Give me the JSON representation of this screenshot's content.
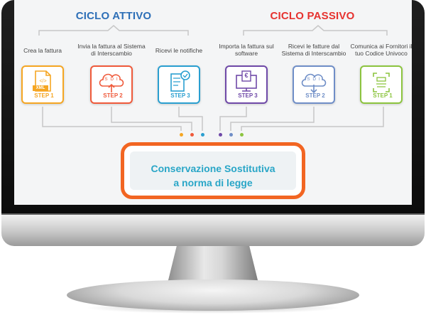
{
  "ciclo_attivo": {
    "title": "CICLO ATTIVO",
    "color": "#2d6fb7",
    "steps": [
      {
        "caption": "Crea la fattura",
        "step": "STEP 1",
        "color": "#f5a623",
        "icon": "xml-document-icon",
        "icon_text": "XML"
      },
      {
        "caption": "Invia la fattura al Sistema di Interscambio",
        "step": "STEP 2",
        "color": "#ef5a3b",
        "icon": "cloud-upload-sdi-icon",
        "icon_text": "S D I"
      },
      {
        "caption": "Ricevi le notifiche",
        "step": "STEP 3",
        "color": "#2a9fd0",
        "icon": "document-check-icon"
      }
    ]
  },
  "ciclo_passivo": {
    "title": "CICLO PASSIVO",
    "color": "#e6322f",
    "steps": [
      {
        "caption": "Importa la fattura sul software",
        "step": "STEP 3",
        "color": "#6f49a8",
        "icon": "monitor-euro-icon",
        "icon_text": "€"
      },
      {
        "caption": "Ricevi le fatture dal Sistema di Interscambio",
        "step": "STEP 2",
        "color": "#6f8ec7",
        "icon": "cloud-download-sdi-icon",
        "icon_text": "S D I"
      },
      {
        "caption": "Comunica ai Fornitori il tuo Codice Univoco",
        "step": "STEP 1",
        "color": "#8cc43f",
        "icon": "code-scan-icon"
      }
    ]
  },
  "conservazione": {
    "line1": "Conservazione Sostitutiva",
    "line2": "a norma di legge",
    "border_color": "#f26522",
    "text_color": "#29a6c7"
  },
  "connector_dots": [
    "#f5a623",
    "#ef5a3b",
    "#2a9fd0",
    "#6f49a8",
    "#6f8ec7",
    "#8cc43f"
  ]
}
